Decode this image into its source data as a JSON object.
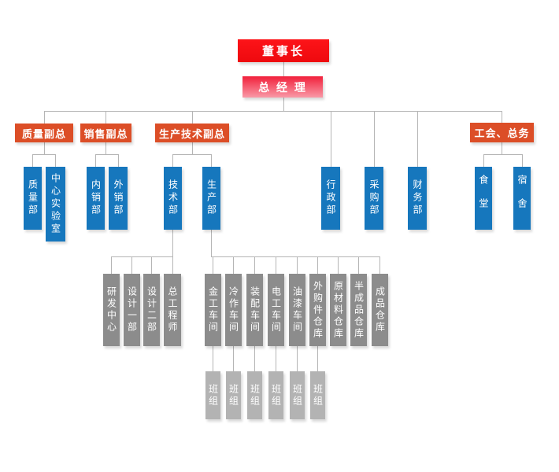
{
  "palette": {
    "chairman_red_top": "#fd1419",
    "chairman_red_bottom": "#ee090e",
    "gm_gradient_top": "#f1203b",
    "gm_gradient_bottom": "#f999a7",
    "orange": "#dc4e27",
    "blue": "#1677bd",
    "dark_gray": "#8c8c8c",
    "light_gray": "#b3b3b3",
    "connector_line": "#b5b5b5",
    "background": "#ffffff",
    "text": "#ffffff"
  },
  "nodes": [
    {
      "id": "chairman",
      "label": "董事长",
      "type": "red"
    },
    {
      "id": "general-manager",
      "label": "总 经 理",
      "type": "gm"
    },
    {
      "id": "vp-quality",
      "label": "质量副总",
      "type": "orange"
    },
    {
      "id": "vp-sales",
      "label": "销售副总",
      "type": "orange"
    },
    {
      "id": "vp-production-tech",
      "label": "生产技术副总",
      "type": "orange"
    },
    {
      "id": "union-general-affairs",
      "label": "工会、总务",
      "type": "orange"
    },
    {
      "id": "quality-dept",
      "label": "质量部",
      "type": "blue"
    },
    {
      "id": "central-lab",
      "label": "中心实验室",
      "type": "blue"
    },
    {
      "id": "domestic-sales-dept",
      "label": "内销部",
      "type": "blue"
    },
    {
      "id": "export-sales-dept",
      "label": "外销部",
      "type": "blue"
    },
    {
      "id": "technology-dept",
      "label": "技术部",
      "type": "blue"
    },
    {
      "id": "production-dept",
      "label": "生产部",
      "type": "blue"
    },
    {
      "id": "admin-dept",
      "label": "行政部",
      "type": "blue"
    },
    {
      "id": "purchasing-dept",
      "label": "采购部",
      "type": "blue"
    },
    {
      "id": "finance-dept",
      "label": "财务部",
      "type": "blue"
    },
    {
      "id": "canteen",
      "label": "食堂",
      "type": "blue"
    },
    {
      "id": "dormitory",
      "label": "宿舍",
      "type": "blue"
    },
    {
      "id": "rd-center",
      "label": "研发中心",
      "type": "gray"
    },
    {
      "id": "design-dept-1",
      "label": "设计一部",
      "type": "gray"
    },
    {
      "id": "design-dept-2",
      "label": "设计二部",
      "type": "gray"
    },
    {
      "id": "chief-engineer",
      "label": "总工程师",
      "type": "gray"
    },
    {
      "id": "metalwork-shop",
      "label": "金工车间",
      "type": "gray"
    },
    {
      "id": "coldwork-shop",
      "label": "冷作车间",
      "type": "gray"
    },
    {
      "id": "assembly-shop",
      "label": "装配车间",
      "type": "gray"
    },
    {
      "id": "electrical-shop",
      "label": "电工车间",
      "type": "gray"
    },
    {
      "id": "paint-shop",
      "label": "油漆车间",
      "type": "gray"
    },
    {
      "id": "purchased-parts-warehouse",
      "label": "外购件仓库",
      "type": "gray"
    },
    {
      "id": "raw-material-warehouse",
      "label": "原材料仓库",
      "type": "gray"
    },
    {
      "id": "semi-finished-warehouse",
      "label": "半成品仓库",
      "type": "gray"
    },
    {
      "id": "finished-goods-warehouse",
      "label": "成品仓库",
      "type": "gray"
    },
    {
      "id": "team-1",
      "label": "班组",
      "type": "team"
    },
    {
      "id": "team-2",
      "label": "班组",
      "type": "team"
    },
    {
      "id": "team-3",
      "label": "班组",
      "type": "team"
    },
    {
      "id": "team-4",
      "label": "班组",
      "type": "team"
    },
    {
      "id": "team-5",
      "label": "班组",
      "type": "team"
    },
    {
      "id": "team-6",
      "label": "班组",
      "type": "team"
    }
  ]
}
